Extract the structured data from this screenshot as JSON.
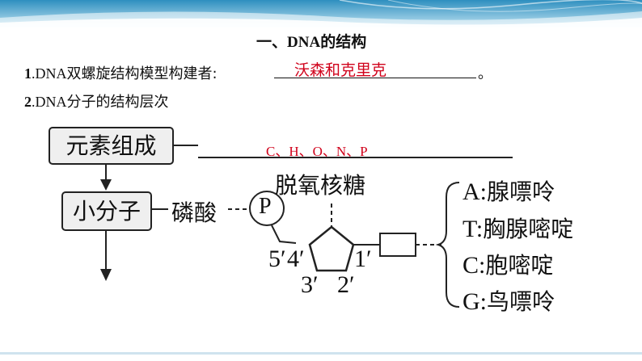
{
  "section_title": {
    "prefix": "一、",
    "latin": "DNA",
    "suffix": "的结构"
  },
  "item1": {
    "num": "1",
    "latin": ".DNA",
    "text": "双螺旋结构模型构建者:",
    "answer": "沃森和克里克",
    "end": "。"
  },
  "item2": {
    "num": "2",
    "latin": ".DNA",
    "text": "分子的结构层次"
  },
  "diagram": {
    "box_elements": "元素组成",
    "elements_answer": "C、H、O、N、P",
    "box_molecule": "小分子",
    "phosphate_label": "磷酸",
    "phosphate_symbol": "P",
    "sugar_label": "脱氧核糖",
    "carbon_labels": {
      "c5": "5′",
      "c4": "4′",
      "c3": "3′",
      "c2": "2′",
      "c1": "1′"
    },
    "bases": [
      {
        "letter": "A",
        "sep": ":",
        "name": "腺嘌呤"
      },
      {
        "letter": "T",
        "sep": ":",
        "name": "胸腺嘧啶"
      },
      {
        "letter": "C",
        "sep": ":",
        "name": "胞嘧啶"
      },
      {
        "letter": "G",
        "sep": ":",
        "name": "鸟嘌呤"
      }
    ]
  },
  "colors": {
    "answer": "#d0021b",
    "banner": "#3fa0c8",
    "box_fill": "#efefef"
  }
}
